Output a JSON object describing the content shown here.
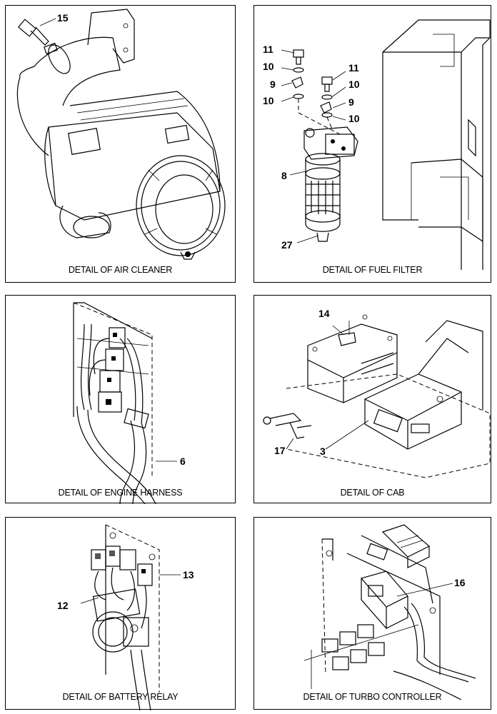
{
  "panels": [
    {
      "caption": "DETAIL OF AIR CLEANER",
      "callouts": [
        "15"
      ]
    },
    {
      "caption": "DETAIL OF FUEL FILTER",
      "callouts": [
        "11",
        "10",
        "9",
        "10",
        "11",
        "10",
        "9",
        "10",
        "8",
        "27"
      ]
    },
    {
      "caption": "DETAIL OF ENGINE HARNESS",
      "callouts": [
        "6"
      ]
    },
    {
      "caption": "DETAIL OF CAB",
      "callouts": [
        "14",
        "17",
        "3"
      ]
    },
    {
      "caption": "DETAIL OF BATTERY RELAY",
      "callouts": [
        "13",
        "12"
      ]
    },
    {
      "caption": "DETAIL OF TURBO CONTROLLER",
      "callouts": [
        "16"
      ]
    }
  ]
}
